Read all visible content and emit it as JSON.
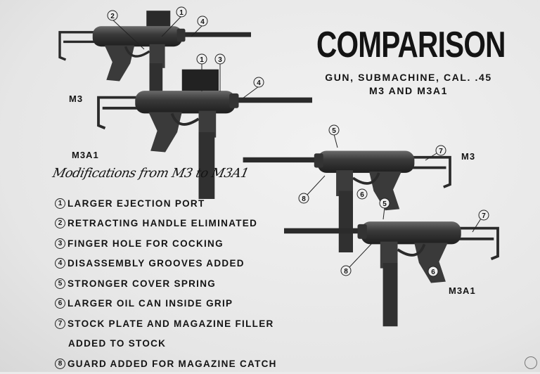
{
  "title": "COMPARISON",
  "subtitle": "GUN, SUBMACHINE, CAL. .45",
  "subtitle2": "M3 AND M3A1",
  "gun_labels": {
    "top_m3": "M3",
    "top_m3a1": "M3A1",
    "right_m3": "M3",
    "right_m3a1": "M3A1"
  },
  "modifications_title": "Modifications from M3 to M3A1",
  "modifications": [
    {
      "num": "1",
      "text": "LARGER EJECTION PORT"
    },
    {
      "num": "2",
      "text": "RETRACTING HANDLE ELIMINATED"
    },
    {
      "num": "3",
      "text": "FINGER HOLE FOR COCKING"
    },
    {
      "num": "4",
      "text": "DISASSEMBLY GROOVES ADDED"
    },
    {
      "num": "5",
      "text": "STRONGER COVER SPRING"
    },
    {
      "num": "6",
      "text": "LARGER OIL CAN INSIDE GRIP"
    },
    {
      "num": "7",
      "text": "STOCK PLATE AND MAGAZINE FILLER",
      "continuation": "ADDED TO STOCK"
    },
    {
      "num": "8",
      "text": "GUARD ADDED FOR MAGAZINE CATCH"
    }
  ],
  "callouts": {
    "top_m3": [
      "2",
      "1",
      "4"
    ],
    "top_m3a1": [
      "1",
      "3",
      "4"
    ],
    "right_m3": [
      "5",
      "7",
      "8",
      "6"
    ],
    "right_m3a1": [
      "5",
      "7",
      "8",
      "6"
    ]
  }
}
